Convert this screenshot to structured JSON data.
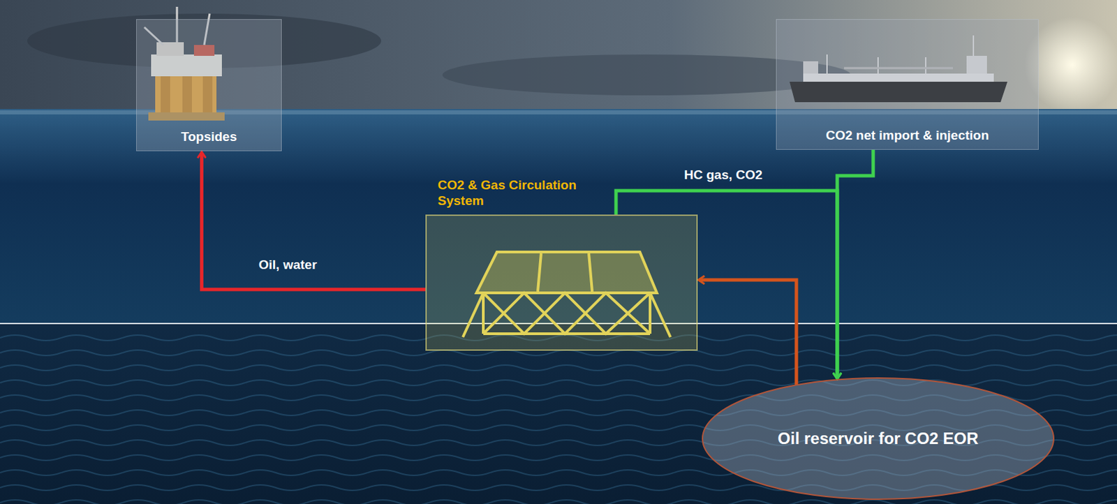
{
  "diagram": {
    "nodes": [
      {
        "text": [
          "Topsides"
        ]
      },
      {
        "text": [
          "CO2 net import & injection"
        ]
      },
      {
        "text": [
          "CO2 & Gas Circulation System"
        ]
      },
      {
        "text": [
          "Oil reservoir for CO2 EOR"
        ]
      }
    ],
    "edges": [
      {
        "from": 2,
        "to": 0,
        "arrow": "to",
        "label": "Oil, water"
      },
      {
        "from": 2,
        "to": 3,
        "arrow": "to",
        "label": "HC gas, CO2"
      },
      {
        "from": 1,
        "to": 3,
        "arrow": "to"
      },
      {
        "from": 3,
        "to": 2,
        "arrow": "to"
      }
    ]
  }
}
